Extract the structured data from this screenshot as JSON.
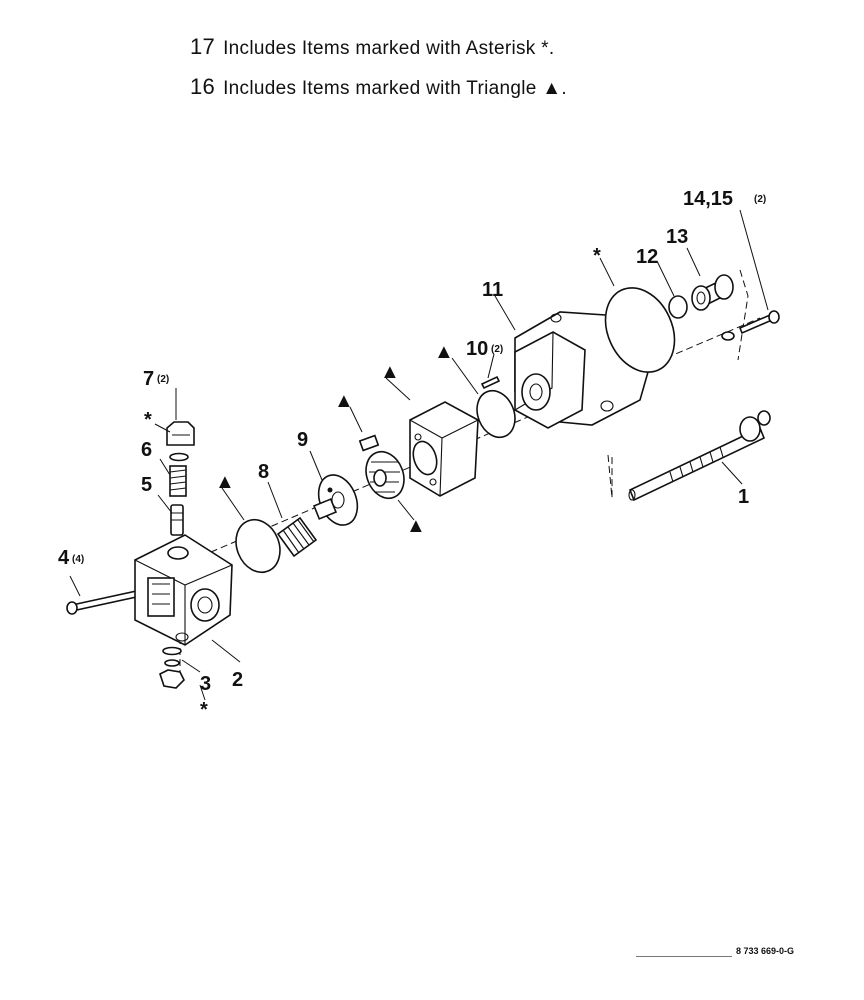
{
  "legend": {
    "line_17": {
      "number": "17",
      "text": "Includes Items marked with Asterisk",
      "symbol": "*",
      "end": "."
    },
    "line_16": {
      "number": "16",
      "text": "Includes Items marked with Triangle",
      "symbol": "▲",
      "end": "."
    }
  },
  "callouts": {
    "p1": "1",
    "p2": "2",
    "p3": "3",
    "p4": "4",
    "p4_qty": "(4)",
    "p5": "5",
    "p6": "6",
    "p7": "7",
    "p7_qty": "(2)",
    "p8": "8",
    "p9": "9",
    "p10": "10",
    "p10_qty": "(2)",
    "p11": "11",
    "p12": "12",
    "p13": "13",
    "p14_15": "14,15",
    "p14_15_qty": "(2)"
  },
  "markers": {
    "asterisk": "*",
    "triangle": "▲"
  },
  "drawing_number": "8 733 669-0-G"
}
